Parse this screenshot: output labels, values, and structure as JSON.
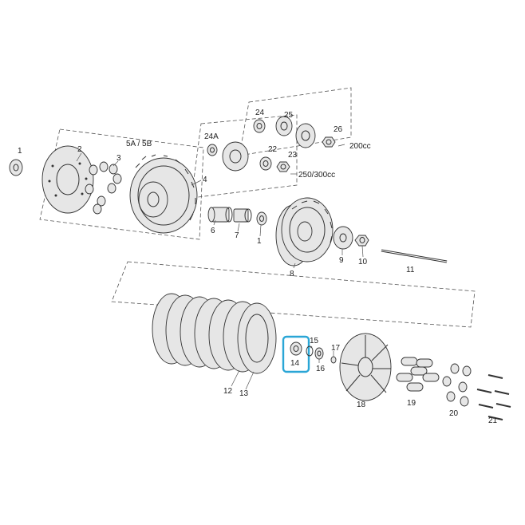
{
  "diagram": {
    "labels": {
      "p1a": "1",
      "p2": "2",
      "p3": "3",
      "p4": "4",
      "p5": "5A / 5B",
      "p6": "6",
      "p7": "7",
      "p1b": "1",
      "p8": "8",
      "p9": "9",
      "p10": "10",
      "p11": "11",
      "p24": "24",
      "p25": "25",
      "p26": "26",
      "v200": "200cc",
      "p24a": "24A",
      "p22": "22",
      "p23": "23",
      "v250": "250/300cc",
      "p12": "12",
      "p13": "13",
      "p14": "14",
      "p15": "15",
      "p16": "16",
      "p17": "17",
      "p18": "18",
      "p19": "19",
      "p20": "20",
      "p21": "21"
    },
    "highlighted_part": "14",
    "highlight_color": "#2aa6d6",
    "line_color": "#333333"
  }
}
